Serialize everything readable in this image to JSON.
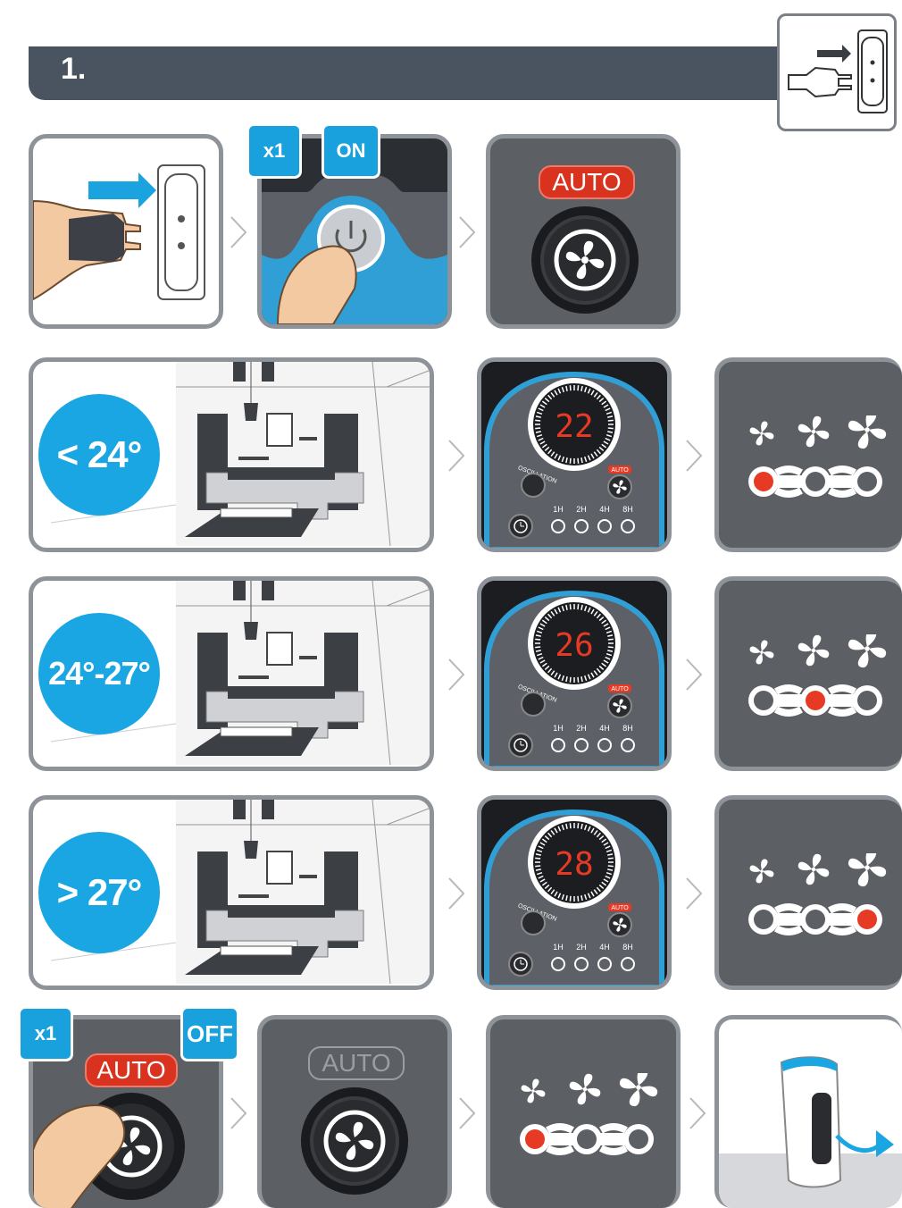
{
  "header": {
    "step_number": "1."
  },
  "step1": {
    "badge_count": "x1",
    "badge_on": "ON",
    "auto_label": "AUTO"
  },
  "rows": [
    {
      "temp_label": "< 24°",
      "display_value": "22",
      "active_speed": 1
    },
    {
      "temp_label": "24°-27°",
      "display_value": "26",
      "active_speed": 2
    },
    {
      "temp_label": "> 27°",
      "display_value": "28",
      "active_speed": 3
    }
  ],
  "control_panel": {
    "oscillation_label": "OSCILLATION",
    "auto_label": "AUTO",
    "timers": [
      "1H",
      "2H",
      "4H",
      "8H"
    ]
  },
  "final": {
    "badge_count": "x1",
    "badge_off": "OFF",
    "auto_label": "AUTO",
    "auto_label_off": "AUTO"
  },
  "colors": {
    "accent_blue": "#1aa6e2",
    "header_bg": "#4a5360",
    "panel_dark": "#5c5f64",
    "indicator_red": "#e63a24"
  },
  "icons": [
    "plug-socket-icon",
    "power-button-icon",
    "fan-icon",
    "clock-icon",
    "oscillation-icon",
    "chevron-right-icon",
    "arrow-right-icon"
  ]
}
